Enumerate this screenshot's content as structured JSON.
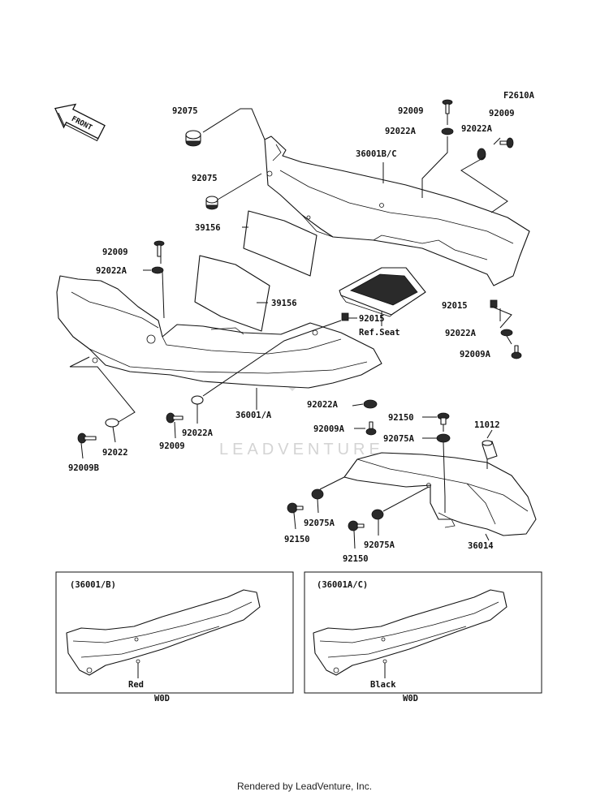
{
  "figure_code": "F2610A",
  "front_label": "FRONT",
  "watermark": "LEADVENTURE",
  "labels": {
    "p92075_a": "92075",
    "p92075_b": "92075",
    "p39156_a": "39156",
    "p39156_b": "39156",
    "p92009_left": "92009",
    "p92022A_left": "92022A",
    "p92009_top": "92009",
    "p92022A_top": "92022A",
    "p36001BC": "36001B/C",
    "p92022A_tr": "92022A",
    "p92009_tr": "92009",
    "p92015_a": "92015",
    "p92015_b": "92015",
    "ref_seat": "Ref.Seat",
    "p92022A_r": "92022A",
    "p92009A_r": "92009A",
    "p36001A": "36001/A",
    "p92022A_mid": "92022A",
    "p92009A_mid": "92009A",
    "p92150_top": "92150",
    "p92075A_top": "92075A",
    "p11012": "11012",
    "p92022": "92022",
    "p92009B": "92009B",
    "p92009_bot": "92009",
    "p92022A_bot": "92022A",
    "p92150_l": "92150",
    "p92075A_l": "92075A",
    "p92150_b": "92150",
    "p92075A_b": "92075A",
    "p36014": "36014"
  },
  "insets": [
    {
      "title": "(36001/B)",
      "color": "Red",
      "note": "W0D"
    },
    {
      "title": "(36001A/C)",
      "color": "Black",
      "note": "W0D"
    }
  ],
  "footer": "Rendered by LeadVenture, Inc."
}
